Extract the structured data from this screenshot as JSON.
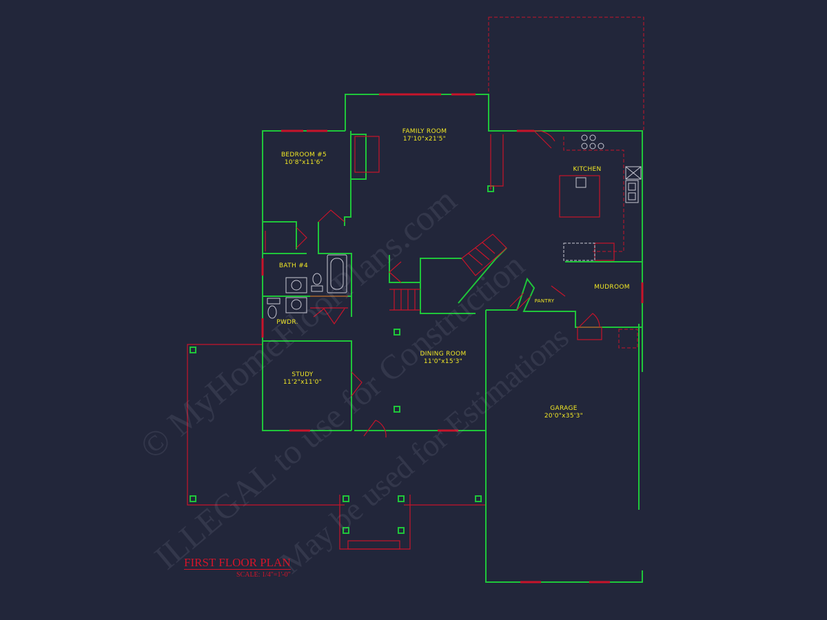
{
  "plan": {
    "title": "FIRST FLOOR PLAN",
    "scale": "SCALE: 1/4\"=1'-0\""
  },
  "rooms": [
    {
      "name": "FAMILY ROOM",
      "size": "17'10\"x21'5\""
    },
    {
      "name": "BEDROOM #5",
      "size": "10'8\"x11'6\""
    },
    {
      "name": "KITCHEN",
      "size": ""
    },
    {
      "name": "BATH #4",
      "size": ""
    },
    {
      "name": "PWDR.",
      "size": ""
    },
    {
      "name": "MUDROOM",
      "size": ""
    },
    {
      "name": "PANTRY",
      "size": ""
    },
    {
      "name": "DINING ROOM",
      "size": "11'0\"x15'3\""
    },
    {
      "name": "STUDY",
      "size": "11'2\"x11'0\""
    },
    {
      "name": "GARAGE",
      "size": "20'0\"x35'3\""
    }
  ],
  "watermark": {
    "line1": "© MyHomeFloorPlans.com",
    "line2": "ILLEGAL to use for Construction",
    "line3": "May be used for Estimations"
  },
  "colors": {
    "background": "#22263a",
    "walls": "#1fc63a",
    "windows": "#c8142a",
    "labels": "#f2e825"
  }
}
